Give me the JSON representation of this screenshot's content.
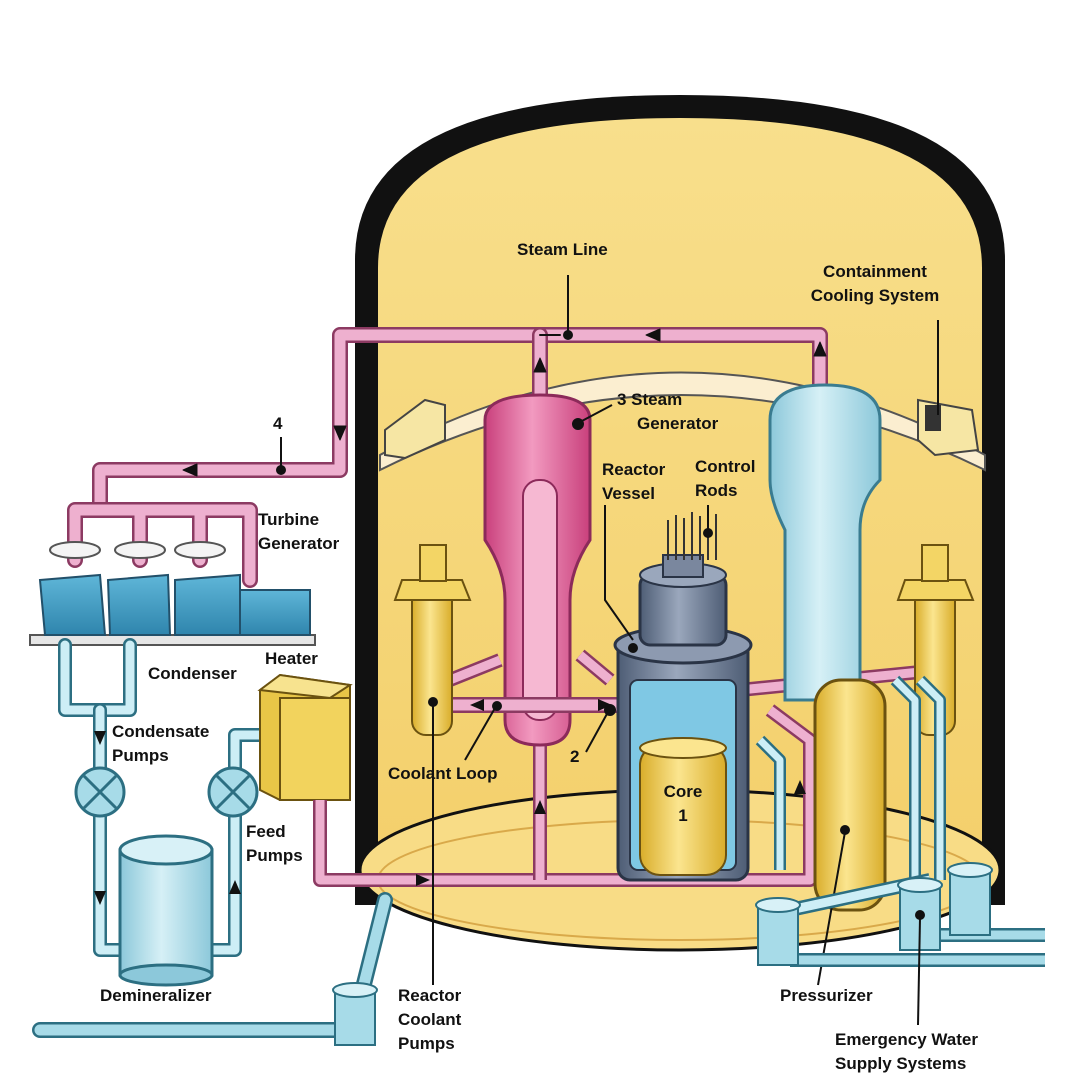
{
  "labels": {
    "steam_line": "Steam Line",
    "containment_cooling": [
      "Containment",
      "Cooling System"
    ],
    "number_4": "4",
    "number_3_steam_generator": [
      "3 Steam",
      "Generator"
    ],
    "reactor_vessel": [
      "Reactor",
      "Vessel"
    ],
    "control_rods": [
      "Control",
      "Rods"
    ],
    "turbine_generator": [
      "Turbine",
      "Generator"
    ],
    "heater": "Heater",
    "condenser": "Condenser",
    "condensate_pumps": [
      "Condensate",
      "Pumps"
    ],
    "coolant_loop": "Coolant Loop",
    "number_2": "2",
    "core": [
      "Core",
      "1"
    ],
    "feed_pumps": [
      "Feed",
      "Pumps"
    ],
    "demineralizer": "Demineralizer",
    "reactor_coolant_pumps": [
      "Reactor",
      "Coolant",
      "Pumps"
    ],
    "pressurizer": "Pressurizer",
    "emergency_water": [
      "Emergency Water",
      "Supply Systems"
    ]
  },
  "colors": {
    "containment_wall": "#111111",
    "containment_interior": "#f6d67a",
    "pink_pipe": "#e8a2c4",
    "pink_dark": "#c2457f",
    "blue_pipe": "#a7dbe8",
    "steam_gen": "#e2669d",
    "pressurizer": "#f3d565",
    "turbine": "#3e9cc2",
    "heater": "#f2d35d",
    "core": "#f1cf5a",
    "vessel_gray": "#6f7f98"
  }
}
